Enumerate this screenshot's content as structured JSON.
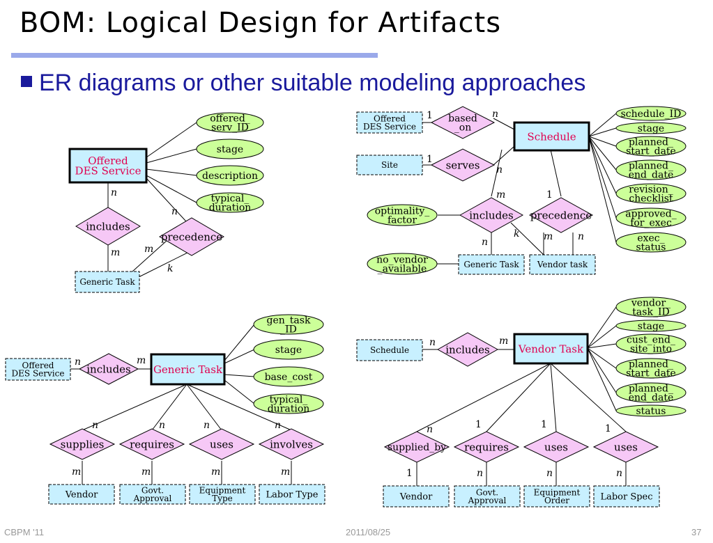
{
  "title": "BOM: Logical Design for Artifacts",
  "bullet": "ER diagrams or other suitable modeling approaches",
  "footer": {
    "left": "CBPM '11",
    "center": "2011/08/25",
    "right": "37"
  },
  "colors": {
    "entity_main_fill": "#c8f0ff",
    "entity_main_text": "#e0004f",
    "entity_ref_fill": "#c8f0ff",
    "relationship_fill": "#f6c8f6",
    "attribute_fill": "#ccff99",
    "accent": "#1a1a9c",
    "title_rule": "#9aa9ea"
  },
  "diagrams": [
    {
      "id": "offered-des-service",
      "entities": [
        {
          "id": "main",
          "lines": [
            "Offered",
            "DES Service"
          ],
          "kind": "main"
        },
        {
          "id": "gt",
          "lines": [
            "Generic Task"
          ],
          "kind": "ref"
        }
      ],
      "attributes": [
        {
          "id": "a1",
          "lines": [
            "offered_",
            "serv_ID"
          ]
        },
        {
          "id": "a2",
          "lines": [
            "stage"
          ]
        },
        {
          "id": "a3",
          "lines": [
            "description"
          ]
        },
        {
          "id": "a4",
          "lines": [
            "typical_",
            "duration"
          ]
        }
      ],
      "relationships": [
        {
          "id": "r1",
          "label": "includes"
        },
        {
          "id": "r2",
          "label": "precedence"
        }
      ],
      "cardinalities": [
        {
          "id": "c1",
          "text": "n"
        },
        {
          "id": "c2",
          "text": "m"
        },
        {
          "id": "c3",
          "text": "n"
        },
        {
          "id": "c4",
          "text": "m"
        },
        {
          "id": "c5",
          "text": "k"
        }
      ]
    },
    {
      "id": "schedule",
      "entities": [
        {
          "id": "main",
          "lines": [
            "Schedule"
          ],
          "kind": "main"
        },
        {
          "id": "ods",
          "lines": [
            "Offered",
            "DES Service"
          ],
          "kind": "ref"
        },
        {
          "id": "site",
          "lines": [
            "Site"
          ],
          "kind": "ref"
        },
        {
          "id": "gt",
          "lines": [
            "Generic Task"
          ],
          "kind": "ref"
        },
        {
          "id": "vt",
          "lines": [
            "Vendor task"
          ],
          "kind": "ref"
        }
      ],
      "attributes": [
        {
          "id": "a1",
          "lines": [
            "schedule_ID"
          ]
        },
        {
          "id": "a2",
          "lines": [
            "stage"
          ]
        },
        {
          "id": "a3",
          "lines": [
            "planned_",
            "start_date"
          ]
        },
        {
          "id": "a4",
          "lines": [
            "planned_",
            "end_date"
          ]
        },
        {
          "id": "a5",
          "lines": [
            "revision_",
            "checklist"
          ]
        },
        {
          "id": "a6",
          "lines": [
            "approved_",
            "for_exec"
          ]
        },
        {
          "id": "a7",
          "lines": [
            "exec_",
            "status"
          ]
        },
        {
          "id": "a8",
          "lines": [
            "optimality_",
            "factor"
          ]
        },
        {
          "id": "a9",
          "lines": [
            "no_vendor",
            "_available"
          ]
        }
      ],
      "relationships": [
        {
          "id": "r1",
          "lines": [
            "based",
            "_on"
          ]
        },
        {
          "id": "r2",
          "lines": [
            "serves"
          ]
        },
        {
          "id": "r3",
          "lines": [
            "includes"
          ]
        },
        {
          "id": "r4",
          "lines": [
            "precedence"
          ]
        }
      ],
      "cardinalities": [
        {
          "id": "c1",
          "text": "1"
        },
        {
          "id": "c2",
          "text": "n"
        },
        {
          "id": "c3",
          "text": "1"
        },
        {
          "id": "c4",
          "text": "n"
        },
        {
          "id": "c5",
          "text": "m"
        },
        {
          "id": "c6",
          "text": "1"
        },
        {
          "id": "c7",
          "text": "k"
        },
        {
          "id": "c8",
          "text": "n"
        },
        {
          "id": "c9",
          "text": "m"
        },
        {
          "id": "c10",
          "text": "n"
        }
      ]
    },
    {
      "id": "generic-task",
      "entities": [
        {
          "id": "main",
          "lines": [
            "Generic Task"
          ],
          "kind": "main"
        },
        {
          "id": "ods",
          "lines": [
            "Offered",
            "DES Service"
          ],
          "kind": "ref"
        },
        {
          "id": "vendor",
          "lines": [
            "Vendor"
          ],
          "kind": "ref"
        },
        {
          "id": "govt",
          "lines": [
            "Govt.",
            "Approval"
          ],
          "kind": "ref"
        },
        {
          "id": "equip",
          "lines": [
            "Equipment",
            "Type"
          ],
          "kind": "ref"
        },
        {
          "id": "labor",
          "lines": [
            "Labor Type"
          ],
          "kind": "ref"
        }
      ],
      "attributes": [
        {
          "id": "a1",
          "lines": [
            "gen_task",
            "_ID"
          ]
        },
        {
          "id": "a2",
          "lines": [
            "stage"
          ]
        },
        {
          "id": "a3",
          "lines": [
            "base_cost"
          ]
        },
        {
          "id": "a4",
          "lines": [
            "typical_",
            "duration"
          ]
        }
      ],
      "relationships": [
        {
          "id": "r0",
          "label": "includes"
        },
        {
          "id": "r1",
          "label": "supplies"
        },
        {
          "id": "r2",
          "label": "requires"
        },
        {
          "id": "r3",
          "label": "uses"
        },
        {
          "id": "r4",
          "label": "involves"
        }
      ],
      "cardinalities": [
        {
          "id": "c1",
          "text": "n"
        },
        {
          "id": "c2",
          "text": "m"
        },
        {
          "id": "c3",
          "text": "n"
        },
        {
          "id": "c4",
          "text": "n"
        },
        {
          "id": "c5",
          "text": "n"
        },
        {
          "id": "c6",
          "text": "n"
        },
        {
          "id": "c7",
          "text": "m"
        },
        {
          "id": "c8",
          "text": "m"
        },
        {
          "id": "c9",
          "text": "m"
        },
        {
          "id": "c10",
          "text": "m"
        }
      ]
    },
    {
      "id": "vendor-task",
      "entities": [
        {
          "id": "main",
          "lines": [
            "Vendor Task"
          ],
          "kind": "main"
        },
        {
          "id": "sched",
          "lines": [
            "Schedule"
          ],
          "kind": "ref"
        },
        {
          "id": "vendor",
          "lines": [
            "Vendor"
          ],
          "kind": "ref"
        },
        {
          "id": "govt",
          "lines": [
            "Govt.",
            "Approval"
          ],
          "kind": "ref"
        },
        {
          "id": "equip",
          "lines": [
            "Equipment",
            "Order"
          ],
          "kind": "ref"
        },
        {
          "id": "labor",
          "lines": [
            "Labor Spec"
          ],
          "kind": "ref"
        }
      ],
      "attributes": [
        {
          "id": "a1",
          "lines": [
            "vendor_",
            "task_ID"
          ]
        },
        {
          "id": "a2",
          "lines": [
            "stage"
          ]
        },
        {
          "id": "a3",
          "lines": [
            "cust_end_",
            "site_into"
          ]
        },
        {
          "id": "a4",
          "lines": [
            "planned_",
            "start_date"
          ]
        },
        {
          "id": "a5",
          "lines": [
            "planned_",
            "end_date"
          ]
        },
        {
          "id": "a6",
          "lines": [
            "status"
          ]
        }
      ],
      "relationships": [
        {
          "id": "r0",
          "label": "includes"
        },
        {
          "id": "r1",
          "label": "supplied_by"
        },
        {
          "id": "r2",
          "label": "requires"
        },
        {
          "id": "r3",
          "label": "uses"
        },
        {
          "id": "r4",
          "label": "uses"
        }
      ],
      "cardinalities": [
        {
          "id": "c1",
          "text": "n"
        },
        {
          "id": "c2",
          "text": "m"
        },
        {
          "id": "c3",
          "text": "n"
        },
        {
          "id": "c4",
          "text": "1"
        },
        {
          "id": "c5",
          "text": "1"
        },
        {
          "id": "c6",
          "text": "1"
        },
        {
          "id": "c7",
          "text": "1"
        },
        {
          "id": "c8",
          "text": "n"
        },
        {
          "id": "c9",
          "text": "n"
        },
        {
          "id": "c10",
          "text": "n"
        }
      ]
    }
  ]
}
